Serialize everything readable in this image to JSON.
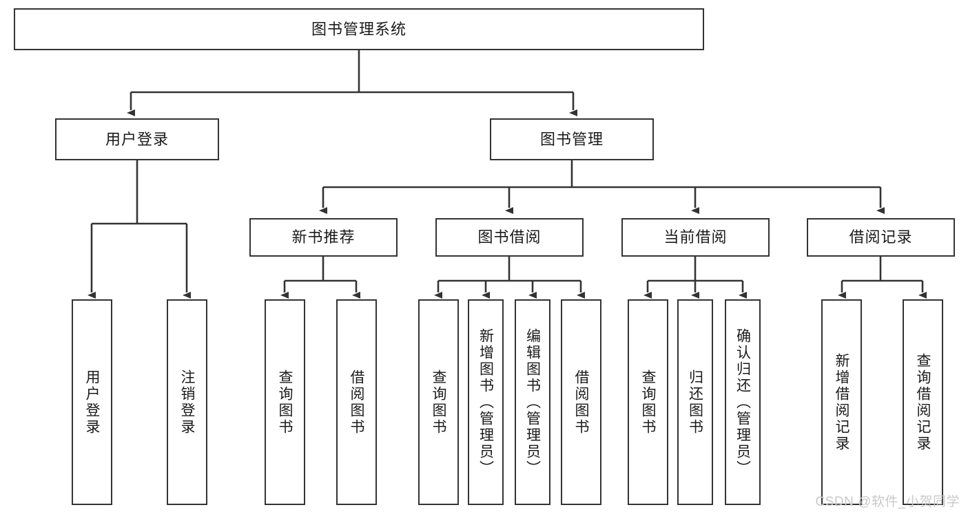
{
  "diagram": {
    "title": "图书管理系统",
    "type": "tree",
    "orientation": "top-down",
    "colors": {
      "background": "#ffffff",
      "box_border": "#333333",
      "box_fill": "#ffffff",
      "text": "#1a1a1a",
      "connector": "#333333",
      "watermark": "#c9c9c9"
    },
    "root": {
      "label": "图书管理系统"
    },
    "level2": [
      {
        "id": "user-login",
        "label": "用户登录"
      },
      {
        "id": "book-manage",
        "label": "图书管理"
      }
    ],
    "level3": [
      {
        "id": "new-book-rec",
        "label": "新书推荐",
        "parent": "book-manage"
      },
      {
        "id": "book-borrow",
        "label": "图书借阅",
        "parent": "book-manage"
      },
      {
        "id": "current-borrow",
        "label": "当前借阅",
        "parent": "book-manage"
      },
      {
        "id": "borrow-record",
        "label": "借阅记录",
        "parent": "book-manage"
      }
    ],
    "leaves": {
      "user-login": [
        {
          "id": "leaf-user-login",
          "label": "用户登录"
        },
        {
          "id": "leaf-user-logout",
          "label": "注销登录"
        }
      ],
      "new-book-rec": [
        {
          "id": "leaf-query-book-1",
          "label": "查询图书"
        },
        {
          "id": "leaf-borrow-book-1",
          "label": "借阅图书"
        }
      ],
      "book-borrow": [
        {
          "id": "leaf-query-book-2",
          "label": "查询图书"
        },
        {
          "id": "leaf-add-book",
          "label": "新增图书（管理员）"
        },
        {
          "id": "leaf-edit-book",
          "label": "编辑图书（管理员）"
        },
        {
          "id": "leaf-borrow-book-2",
          "label": "借阅图书"
        }
      ],
      "current-borrow": [
        {
          "id": "leaf-query-book-3",
          "label": "查询图书"
        },
        {
          "id": "leaf-return-book",
          "label": "归还图书"
        },
        {
          "id": "leaf-confirm-return",
          "label": "确认归还（管理员）"
        }
      ],
      "borrow-record": [
        {
          "id": "leaf-add-record",
          "label": "新增借阅记录"
        },
        {
          "id": "leaf-query-record",
          "label": "查询借阅记录"
        }
      ]
    }
  },
  "watermark": {
    "text": "CSDN @软件_小贺同学"
  }
}
